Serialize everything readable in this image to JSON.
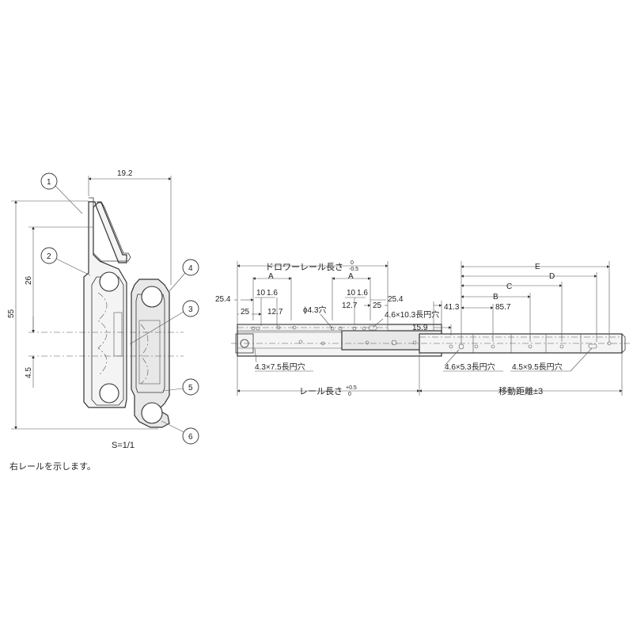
{
  "section_view": {
    "callouts": [
      "1",
      "2",
      "3",
      "4",
      "5",
      "6"
    ],
    "dimensions": {
      "width": "19.2",
      "height": "55",
      "center_to_top": "26",
      "lower_offset": "4.5"
    },
    "scale_label": "S=1/1"
  },
  "note": "右レールを示します。",
  "side_view": {
    "labels": {
      "drawer_rail_length": "ドロワーレール長さ",
      "drawer_rail_length_tol_top": "0",
      "drawer_rail_length_tol_bottom": "-0.5",
      "rail_length": "レール長さ",
      "rail_length_tol_top": "+0.5",
      "rail_length_tol_bottom": "0",
      "travel": "移動距離±3",
      "hole_4_3": "ϕ4.3穴",
      "slot_4_6x10_3": "4.6×10.3長円穴",
      "slot_4_3x7_5": "4.3×7.5長円穴",
      "slot_4_6x5_3": "4.6×5.3長円穴",
      "slot_4_5x9_5": "4.5×9.5長円穴"
    },
    "dims": {
      "d25_4_left": "25.4",
      "d25_left": "25",
      "d10_left": "10",
      "d1_6_left": "1.6",
      "d12_7_left": "12.7",
      "A_left": "A",
      "A_mid": "A",
      "d10_mid": "10",
      "d1_6_mid": "1.6",
      "d12_7_mid": "12.7",
      "d25_mid": "25",
      "d25_4_mid": "25.4",
      "d41_3": "41.3",
      "d15_9": "15.9",
      "d85_7": "85.7",
      "B": "B",
      "C": "C",
      "D": "D",
      "E": "E"
    }
  }
}
